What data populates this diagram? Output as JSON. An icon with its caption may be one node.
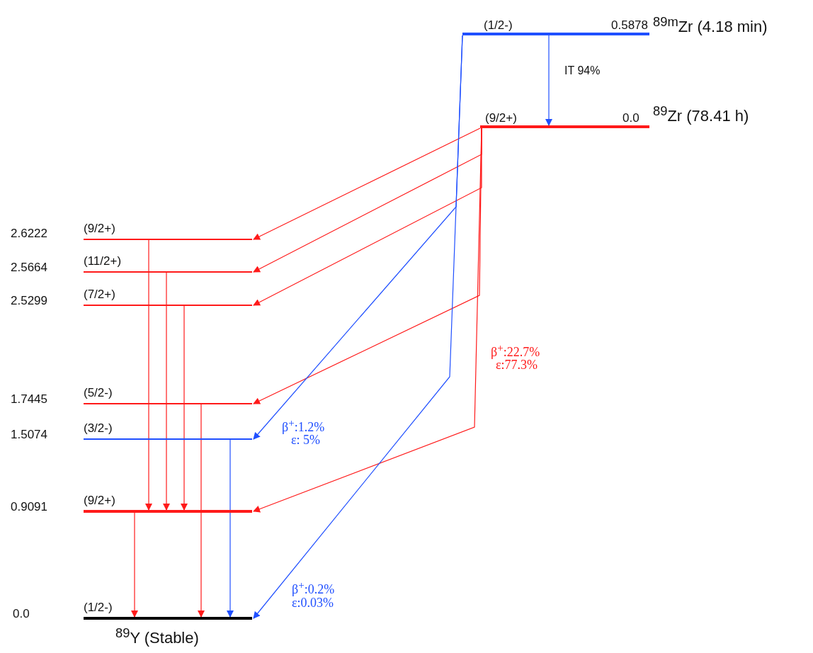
{
  "diagram": {
    "nodes": [
      {
        "text": [
          "(1/2-)",
          "0.5878",
          "$^{89m}$Zr (4.18 min)"
        ]
      },
      {
        "text": [
          "(9/2+)",
          "0.0",
          "$^{89}$Zr (78.41 h)"
        ]
      },
      {
        "text": [
          "2.6222",
          "(9/2+)"
        ]
      },
      {
        "text": [
          "2.5664",
          "(11/2+)"
        ]
      },
      {
        "text": [
          "2.5299",
          "(7/2+)"
        ]
      },
      {
        "text": [
          "1.7445",
          "(5/2-)"
        ]
      },
      {
        "text": [
          "1.5074",
          "(3/2-)"
        ]
      },
      {
        "text": [
          "0.9091",
          "(9/2+)"
        ]
      },
      {
        "text": [
          "0.0",
          "(1/2-)",
          "$^{89}$Y (Stable)"
        ]
      }
    ],
    "edges": [
      {
        "from": 0,
        "to": 1,
        "arrow": "to",
        "label": "IT 94%",
        "color": "#1f4fff"
      },
      {
        "from": 1,
        "to": 2,
        "arrow": "to"
      },
      {
        "from": 1,
        "to": 3,
        "arrow": "to"
      },
      {
        "from": 1,
        "to": 4,
        "arrow": "to"
      },
      {
        "from": 1,
        "to": 5,
        "arrow": "to"
      },
      {
        "from": 1,
        "to": 7,
        "arrow": "to"
      },
      {
        "from": 0,
        "to": 6,
        "arrow": "to",
        "color": "#1f4fff"
      },
      {
        "from": 0,
        "to": 8,
        "arrow": "to",
        "color": "#1f4fff"
      },
      {
        "from": 2,
        "to": 7,
        "arrow": "to"
      },
      {
        "from": 3,
        "to": 7,
        "arrow": "to"
      },
      {
        "from": 4,
        "to": 7,
        "arrow": "to"
      },
      {
        "from": 5,
        "to": 8,
        "arrow": "to"
      },
      {
        "from": 6,
        "to": 8,
        "arrow": "to",
        "color": "#1f4fff"
      },
      {
        "from": 7,
        "to": 8,
        "arrow": "to"
      }
    ],
    "labels": [
      "β$^{+}$:22.7%",
      "ε:77.3%",
      "β$^{+}$:1.2%",
      "ε: 5%",
      "β$^{+}$:0.2%",
      "ε:0.03%"
    ]
  }
}
